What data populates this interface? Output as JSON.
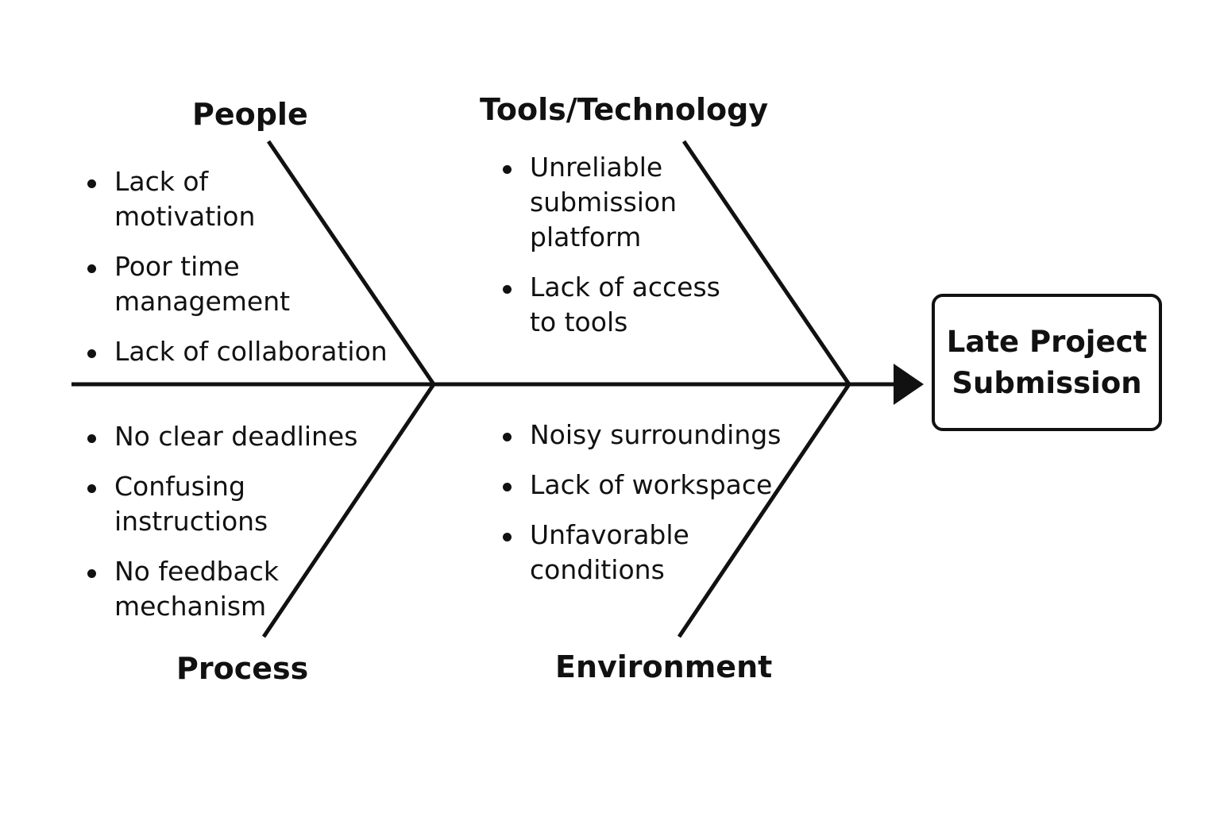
{
  "diagram": {
    "effect": "Late Project\nSubmission",
    "categories": {
      "people": {
        "label": "People",
        "causes": [
          "Lack of motivation",
          "Poor time management",
          "Lack of collaboration"
        ]
      },
      "tools": {
        "label": "Tools/Technology",
        "causes": [
          "Unreliable submission platform",
          "Lack of access to tools"
        ]
      },
      "process": {
        "label": "Process",
        "causes": [
          "No clear deadlines",
          "Confusing instructions",
          "No feedback mechanism"
        ]
      },
      "environment": {
        "label": "Environment",
        "causes": [
          "Noisy surroundings",
          "Lack of workspace",
          "Unfavorable conditions"
        ]
      }
    }
  }
}
